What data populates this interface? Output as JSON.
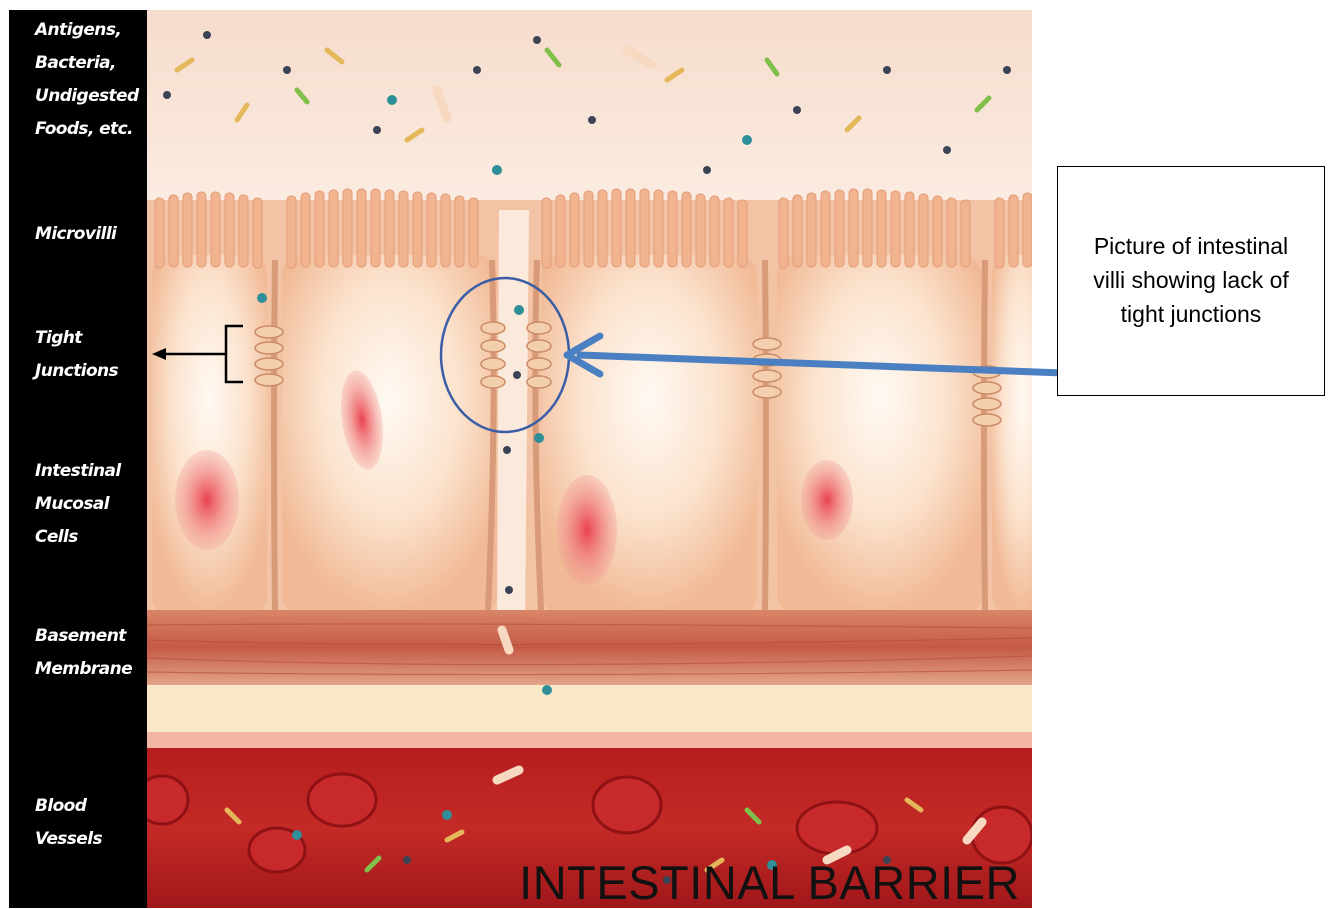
{
  "sidebar": {
    "labels": [
      "Antigens,\nBacteria,\nUndigested\nFoods, etc.",
      "Microvilli",
      "Tight\nJunctions",
      "Intestinal\nMucosal\nCells",
      "Basement\nMembrane",
      "Blood\nVessels"
    ]
  },
  "illustration": {
    "title": "INTESTINAL BARRIER"
  },
  "callout": {
    "text": "Picture of intestinal villi showing lack of tight junctions",
    "arrow_color": "#4a7fc1"
  }
}
